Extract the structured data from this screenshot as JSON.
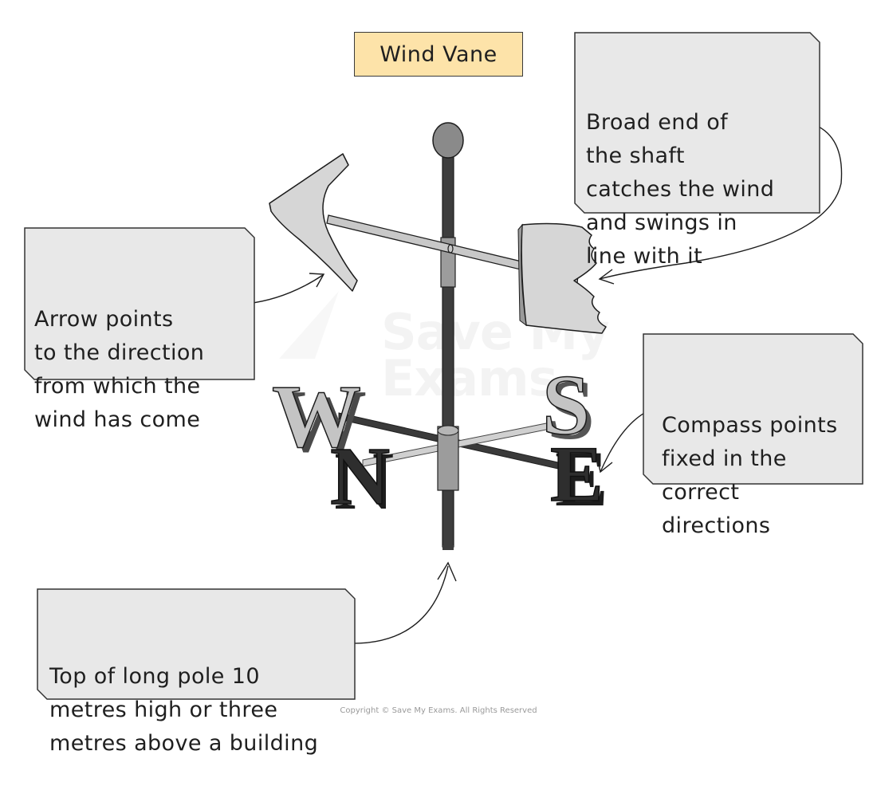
{
  "diagram": {
    "title": "Wind Vane",
    "labels": {
      "arrow_note": "Arrow points\nto the direction\nfrom which the\nwind has come",
      "shaft_note": "Broad end of\nthe shaft\ncatches the wind\nand swings in\nline with it",
      "compass_note": "Compass points\nfixed in the\ncorrect\ndirections",
      "pole_note": "Top of long pole 10\nmetres high or three\nmetres above a building"
    },
    "compass_letters": {
      "west": "W",
      "north": "N",
      "south": "S",
      "east": "E"
    },
    "watermark": "Save My\nExams",
    "copyright": "Copyright © Save My Exams. All Rights Reserved"
  },
  "colors": {
    "title_fill": "#fde3a9",
    "note_fill": "#e8e8e8",
    "pole": "#3d3d3d",
    "collar": "#9c9c9c",
    "vane_light": "#d6d6d6",
    "letter_light": "#c4c4c4",
    "letter_dark": "#2e2e2e"
  }
}
